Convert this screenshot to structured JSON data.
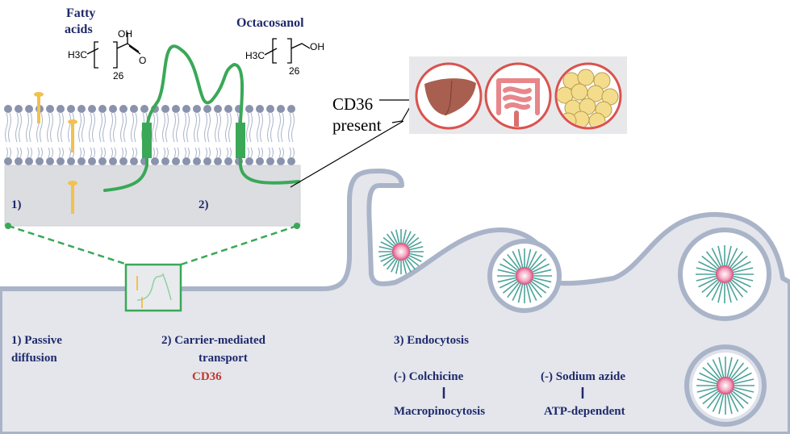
{
  "molecules": {
    "fatty_acids": {
      "name_line1": "Fatty",
      "name_line2": "acids",
      "methyl": "H3C",
      "count": "26",
      "group": "OH",
      "oxygen": "O"
    },
    "octacosanol": {
      "name": "Octacosanol",
      "methyl": "H3C",
      "count": "26",
      "group": "OH"
    }
  },
  "membrane": {
    "label_1": "1)",
    "label_2": "2)"
  },
  "cd36_callout": {
    "line1": "CD36",
    "line2": "present",
    "organs": [
      "liver-icon",
      "intestine-icon",
      "adipose-icon"
    ]
  },
  "mechanisms": {
    "passive": {
      "line1": "1) Passive",
      "line2": "diffusion"
    },
    "carrier": {
      "line1": "2) Carrier-mediated",
      "line2": "transport",
      "protein": "CD36"
    },
    "endocytosis": {
      "title": "3) Endocytosis",
      "inhibitor_1": {
        "name": "(-) Colchicine",
        "target": "Macropinocytosis"
      },
      "inhibitor_2": {
        "name": "(-) Sodium azide",
        "target": "ATP-dependent"
      }
    }
  },
  "colors": {
    "membrane_gray": "#c5ccd8",
    "head_gray": "#8a93ad",
    "lipid_green": "#3aa857",
    "molecule_yellow": "#f2c14e",
    "organ_ring": "#d9534f",
    "label_navy": "#1f2a6b",
    "cd36_red": "#c0392b",
    "micelle_teal": "#4ea39a",
    "micelle_core": "#d9497a"
  }
}
